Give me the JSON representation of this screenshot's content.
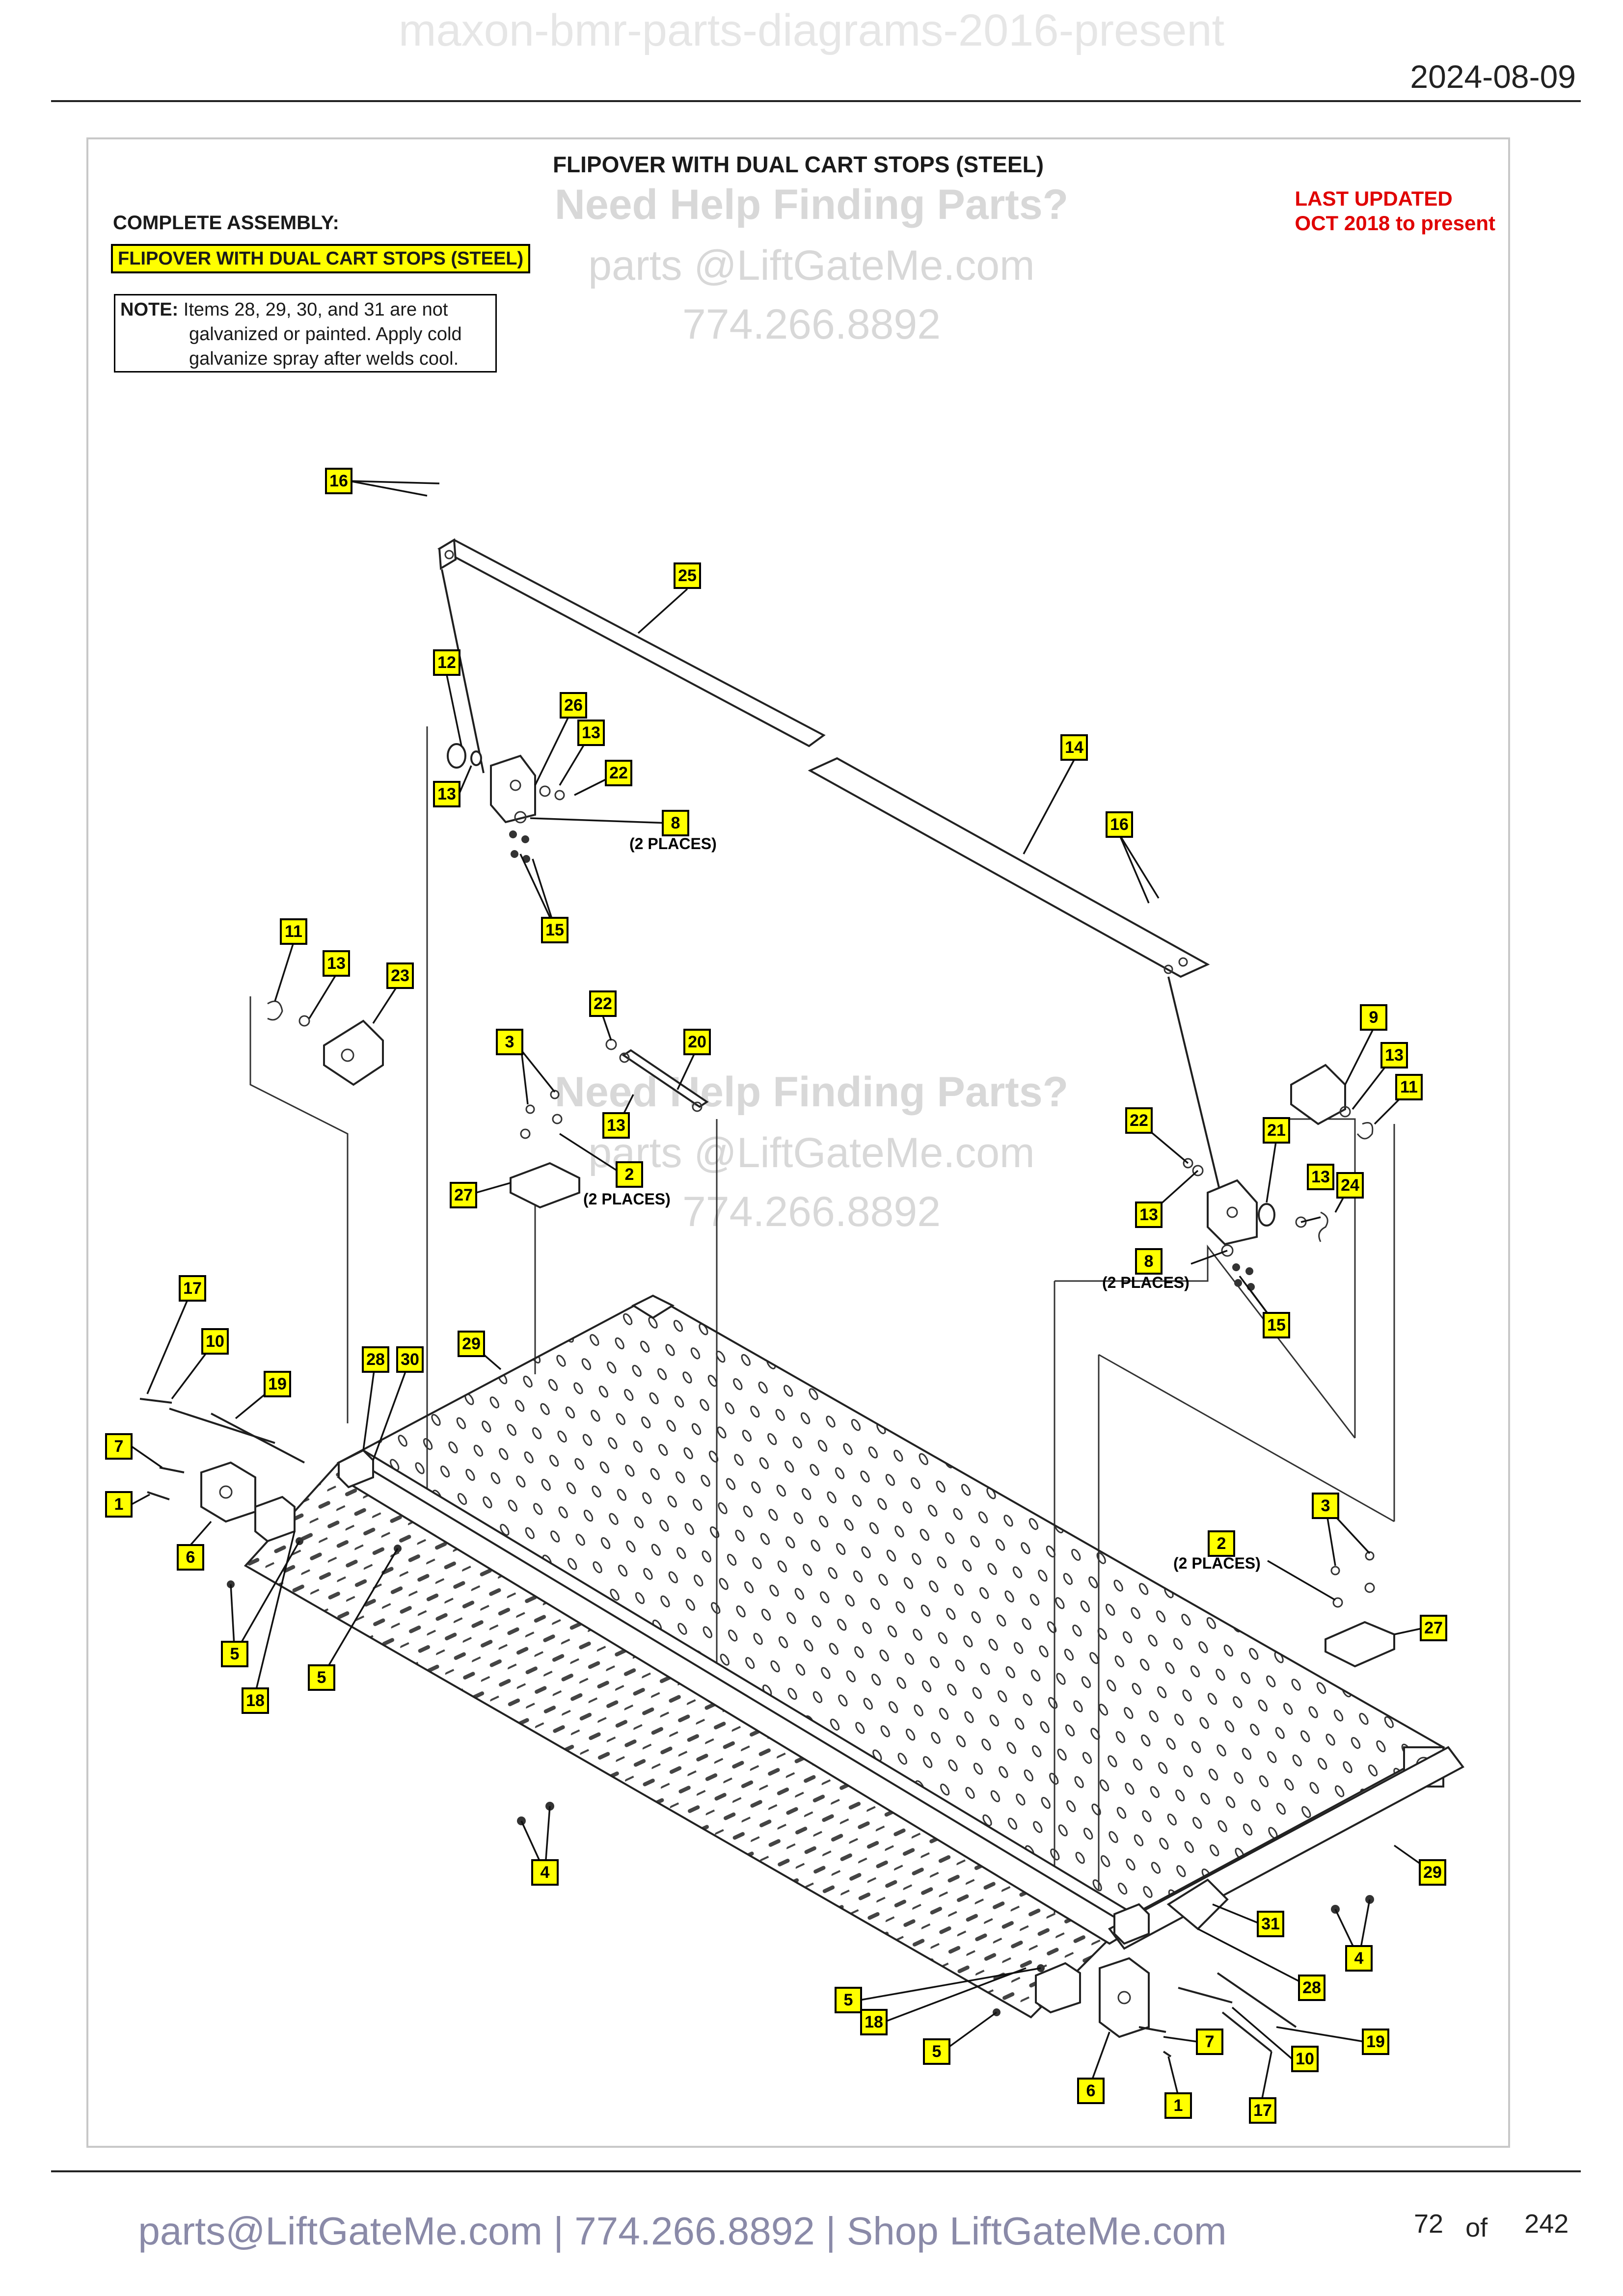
{
  "site_title": "maxon-bmr-parts-diagrams-2016-present",
  "date": "2024-08-09",
  "diagram_title": "FLIPOVER WITH DUAL CART STOPS (STEEL)",
  "complete_assembly_label": "COMPLETE ASSEMBLY:",
  "complete_assembly_name": "FLIPOVER WITH DUAL CART STOPS (STEEL)",
  "note": {
    "label": "NOTE:",
    "lines": [
      "Items 28, 29, 30, and 31 are not",
      "galvanized or painted. Apply cold",
      "galvanize spray after welds cool."
    ]
  },
  "last_updated": {
    "line1": "LAST UPDATED",
    "line2": "OCT 2018 to present"
  },
  "watermark": {
    "line1": "Need Help Finding Parts?",
    "line2": "parts @LiftGateMe.com",
    "line3": "774.266.8892"
  },
  "places_labels": [
    "(2 PLACES)",
    "(2 PLACES)",
    "(2 PLACES)",
    "(2 PLACES)"
  ],
  "callouts": [
    "16",
    "25",
    "12",
    "26",
    "13",
    "22",
    "13",
    "8",
    "15",
    "14",
    "16",
    "11",
    "13",
    "23",
    "22",
    "20",
    "3",
    "13",
    "2",
    "27",
    "9",
    "13",
    "11",
    "22",
    "21",
    "13",
    "24",
    "13",
    "8",
    "15",
    "17",
    "10",
    "19",
    "28",
    "30",
    "29",
    "7",
    "1",
    "6",
    "5",
    "18",
    "5",
    "3",
    "2",
    "27",
    "4",
    "29",
    "31",
    "28",
    "4",
    "5",
    "18",
    "5",
    "7",
    "19",
    "10",
    "6",
    "1",
    "17"
  ],
  "footer": "parts@LiftGateMe.com | 774.266.8892 | Shop LiftGateMe.com",
  "page": {
    "current": "72",
    "of": "of",
    "total": "242"
  },
  "colors": {
    "callout_fill": "#ffff00",
    "last_updated": "#e00000",
    "watermark": "#d8d8d8",
    "footer": "#8a8aa8"
  }
}
